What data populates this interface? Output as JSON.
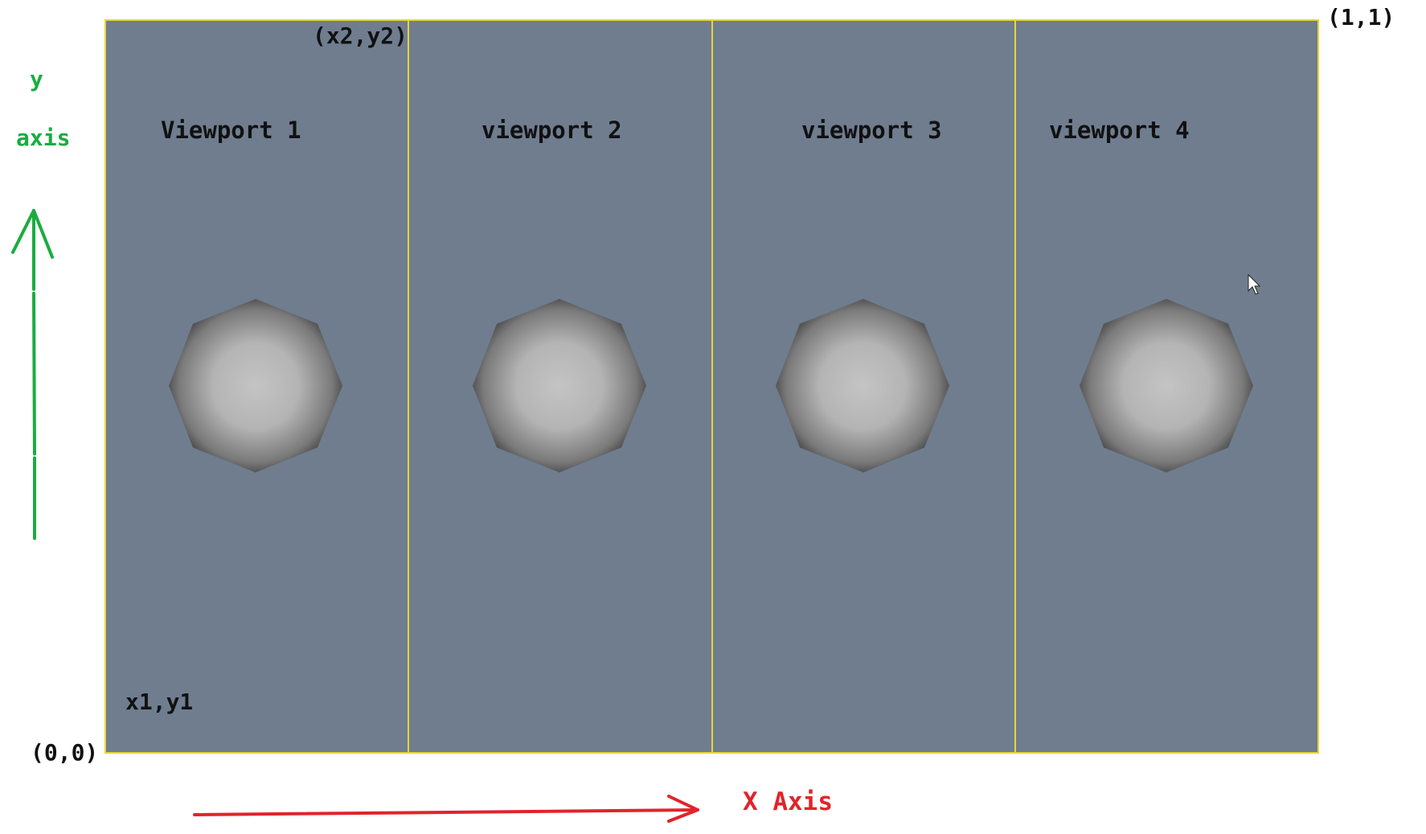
{
  "diagram": {
    "colors": {
      "viewport_fill": "#6f7d8f",
      "viewport_border": "#e8d33a",
      "y_axis": "#1aac3f",
      "x_axis": "#e2232b",
      "octagon_center": "#c4c4c4",
      "octagon_edge": "#333333"
    },
    "viewports": [
      {
        "label": "Viewport 1"
      },
      {
        "label": "viewport 2"
      },
      {
        "label": "viewport 3"
      },
      {
        "label": "viewport 4"
      }
    ],
    "corner_labels": {
      "top_left_of_first": "(x2,y2)",
      "top_right": "(1,1)",
      "bottom_left_inner": "x1,y1",
      "origin": "(0,0)"
    },
    "y_axis": {
      "label_line1": "y",
      "label_line2": "axis",
      "icon": "arrow-up-icon"
    },
    "x_axis": {
      "label": "X Axis",
      "icon": "arrow-right-icon"
    },
    "cursor_icon": "mouse-pointer-icon"
  }
}
